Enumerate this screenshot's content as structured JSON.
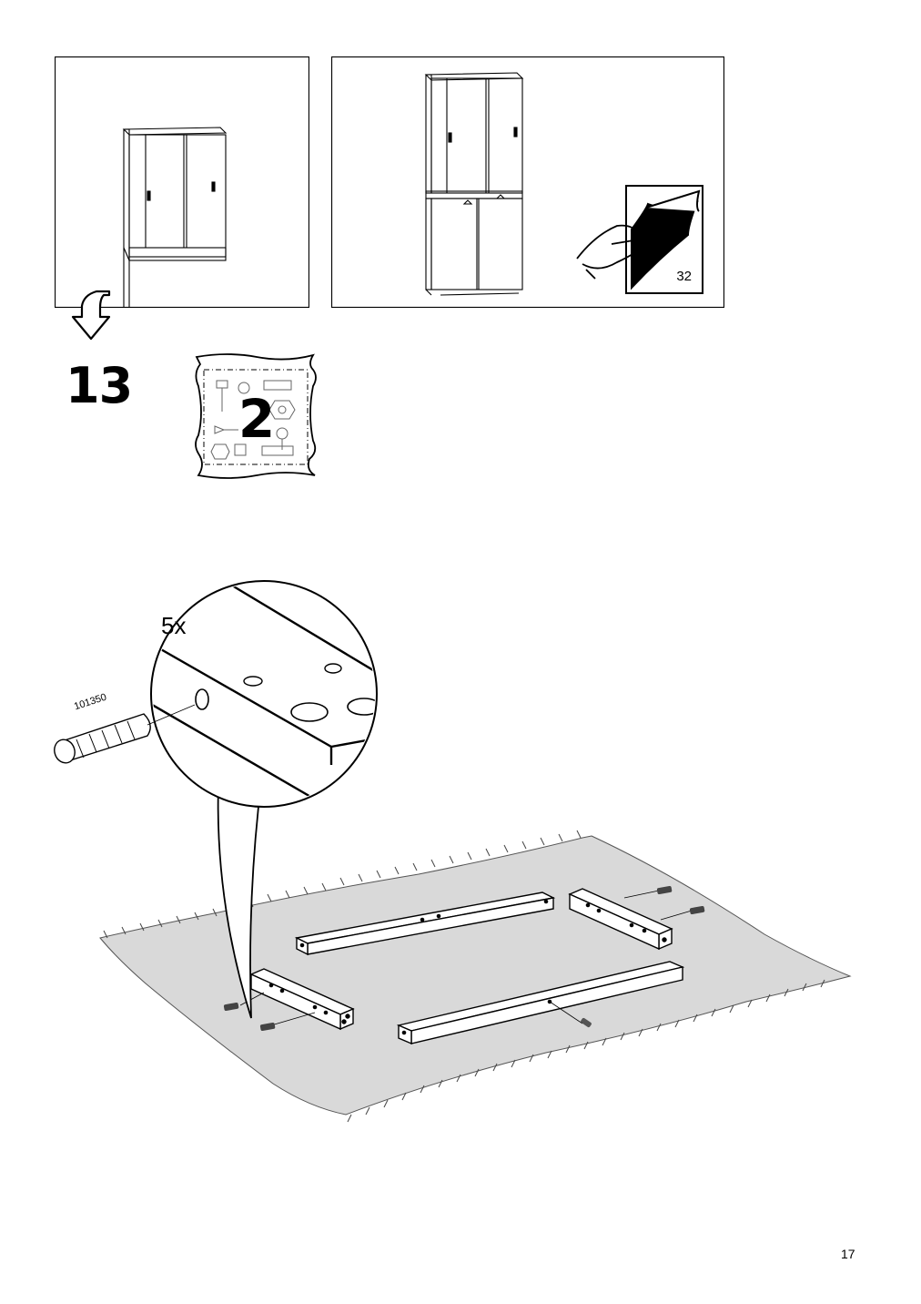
{
  "page": {
    "number": "17"
  },
  "overview": {
    "panel_left": {
      "description_icon": "cabinet-with-sliding-doors"
    },
    "panel_right": {
      "page_ref": "32",
      "icon": "turn-page-icon"
    },
    "arrow_icon": "down-arrow-icon"
  },
  "step": {
    "number": "13",
    "bag_number": "2",
    "quantity": "5x",
    "part_number": "101350"
  },
  "colors": {
    "stroke": "#000000",
    "mat": "#d9d9d9",
    "background": "#ffffff"
  }
}
